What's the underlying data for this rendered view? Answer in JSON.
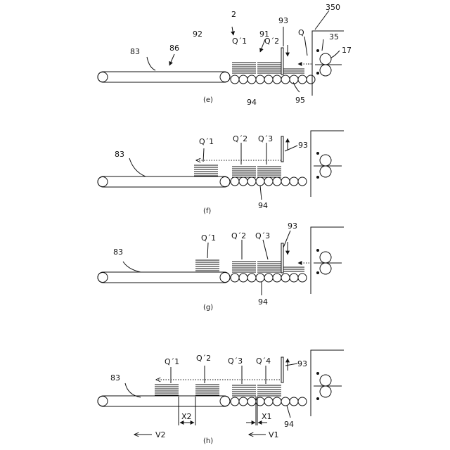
{
  "panels": [
    {
      "caption": "(e)",
      "labels": {
        "n2": "2",
        "n92": "92",
        "n83": "83",
        "n86": "86",
        "n91": "91",
        "q1": "Q´1",
        "q2": "Q´2",
        "n93": "93",
        "q": "Q",
        "n350": "350",
        "n35": "35",
        "n17": "17",
        "n94": "94",
        "n95": "95"
      }
    },
    {
      "caption": "(f)",
      "labels": {
        "q1": "Q´1",
        "q2": "Q´2",
        "q3": "Q´3",
        "n93": "93",
        "n83": "83",
        "n94": "94"
      }
    },
    {
      "caption": "(g)",
      "labels": {
        "n83": "83",
        "q1": "Q´1",
        "q2": "Q´2",
        "q3": "Q´3",
        "n93": "93",
        "n94": "94"
      }
    },
    {
      "caption": "(h)",
      "labels": {
        "q1": "Q´1",
        "q2": "Q´2",
        "q3": "Q´3",
        "q4": "Q´4",
        "n93": "93",
        "n83": "83",
        "x2": "X2",
        "x1": "X1",
        "n94": "94",
        "v2": "V2",
        "v1": "V1"
      }
    }
  ]
}
